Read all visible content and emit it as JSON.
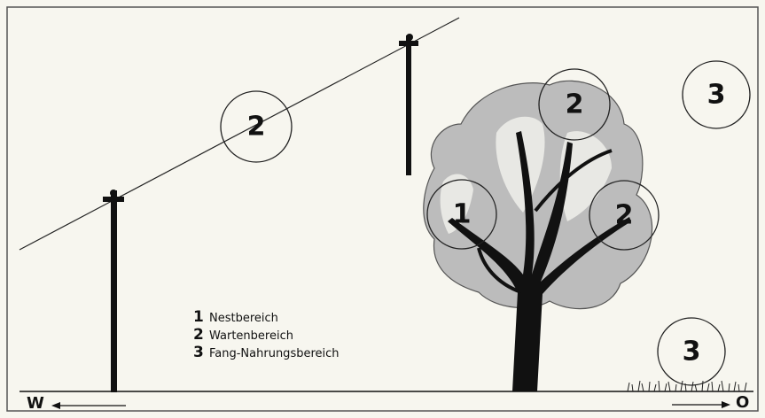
{
  "circles": {
    "wire_label": "2",
    "tree_top_label": "2",
    "tree_right_label": "2",
    "nest_label": "1",
    "sky_label": "3",
    "ground_label": "3"
  },
  "legend": [
    {
      "key": "1",
      "text": "Nestbereich"
    },
    {
      "key": "2",
      "text": "Wartenbereich"
    },
    {
      "key": "3",
      "text": "Fang-Nahrungsbereich"
    }
  ],
  "directions": {
    "west": "W",
    "east": "O"
  },
  "colors": {
    "background": "#f7f6ef",
    "ink": "#111111",
    "foliage": "#b9b9b9",
    "foliage_light": "#e6e6e2"
  }
}
